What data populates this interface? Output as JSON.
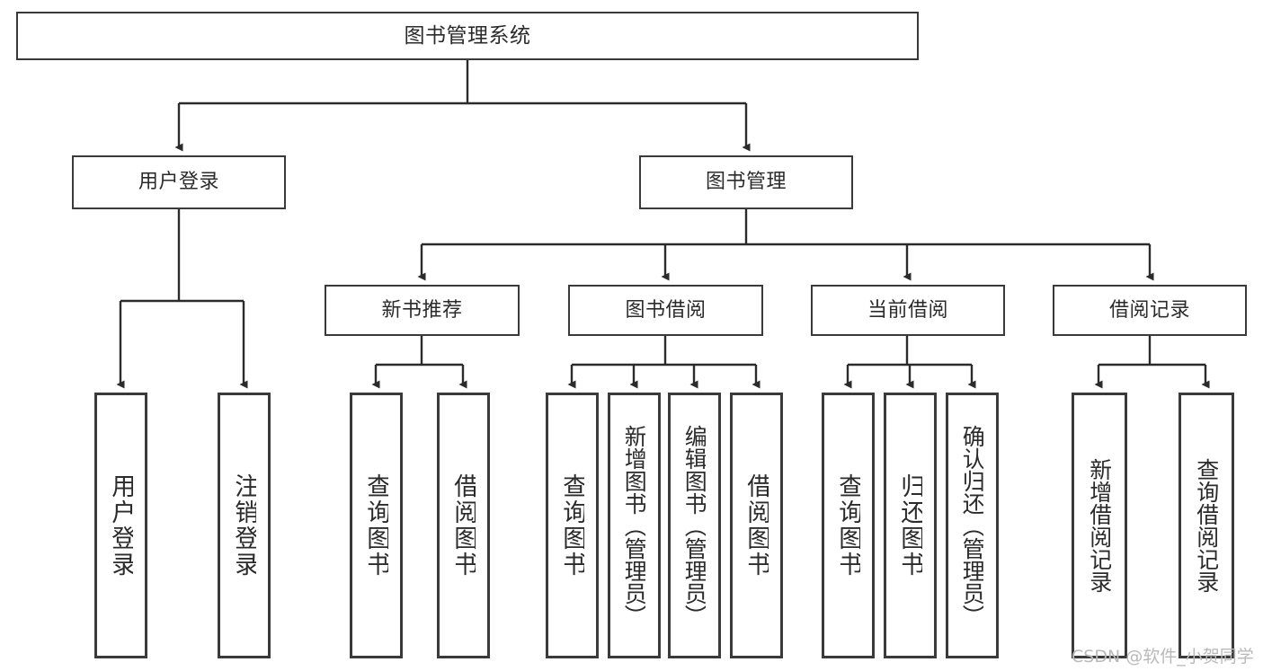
{
  "diagram": {
    "title": "图书管理系统",
    "type": "tree-hierarchy-chart",
    "colors": {
      "background": "#ffffff",
      "node_border": "#3a3a3a",
      "node_fill": "#ffffff",
      "text": "#2b2b2b",
      "edge": "#2b2b2b",
      "watermark": "#b9b9b9"
    },
    "root": {
      "label": "图书管理系统"
    },
    "level1": [
      {
        "label": "用户登录"
      },
      {
        "label": "图书管理"
      }
    ],
    "level2": [
      {
        "label": "新书推荐"
      },
      {
        "label": "图书借阅"
      },
      {
        "label": "当前借阅"
      },
      {
        "label": "借阅记录"
      }
    ],
    "leaves": {
      "user_login": [
        {
          "label": "用户登录"
        },
        {
          "label": "注销登录"
        }
      ],
      "new_book_recommend": [
        {
          "label": "查询图书"
        },
        {
          "label": "借阅图书"
        }
      ],
      "book_borrow": [
        {
          "label": "查询图书"
        },
        {
          "label": "新增图书（管理员）"
        },
        {
          "label": "编辑图书（管理员）"
        },
        {
          "label": "借阅图书"
        }
      ],
      "current_borrow": [
        {
          "label": "查询图书"
        },
        {
          "label": "归还图书"
        },
        {
          "label": "确认归还（管理员）"
        }
      ],
      "borrow_record": [
        {
          "label": "新增借阅记录"
        },
        {
          "label": "查询借阅记录"
        }
      ]
    },
    "watermark": "CSDN @软件_小贺同学"
  }
}
